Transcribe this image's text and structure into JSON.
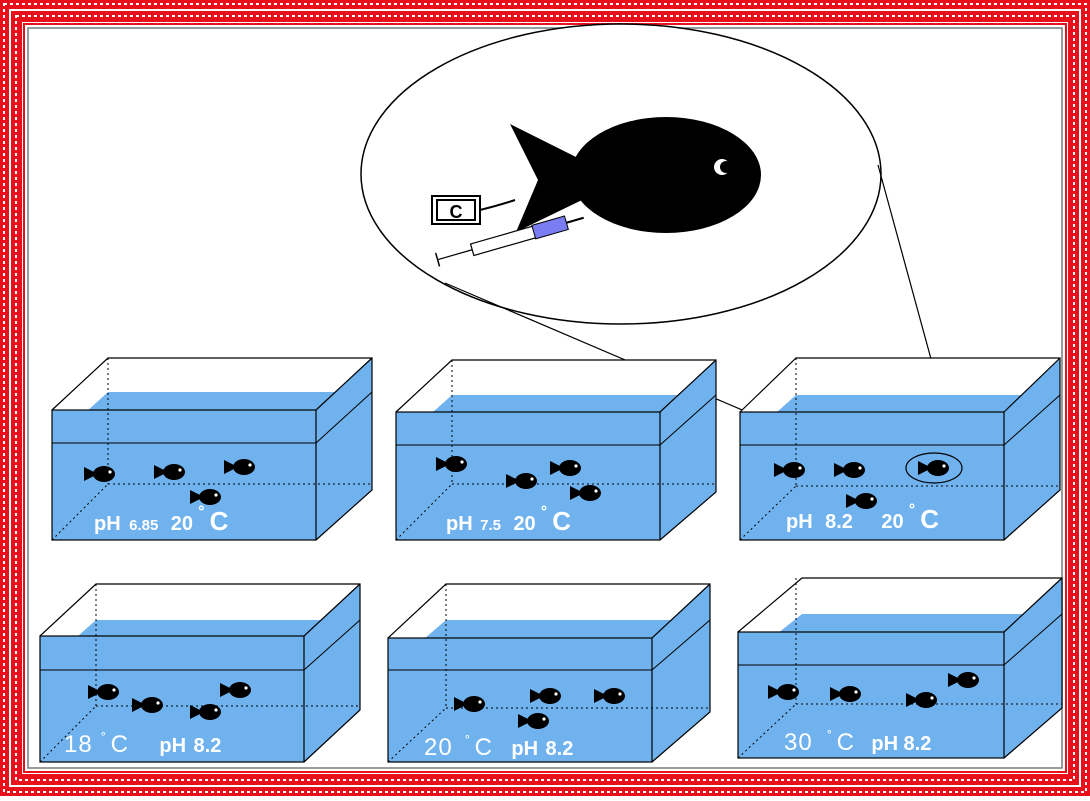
{
  "colors": {
    "frame_red": "#e8101a",
    "water": "#6fb2ee",
    "syringe_plunger": "#7a7cf2",
    "fish": "#000000",
    "label_text": "#ffffff"
  },
  "syringe_box": {
    "letter": "C"
  },
  "tanks": [
    {
      "id": "tank-ph-6-85",
      "ph_prefix": "pH",
      "ph_value": "6.85",
      "temp_value": "20",
      "temp_degree": "˚",
      "temp_unit": "C"
    },
    {
      "id": "tank-ph-7-5",
      "ph_prefix": "pH",
      "ph_value": "7.5",
      "temp_value": "20",
      "temp_degree": "˚",
      "temp_unit": "C"
    },
    {
      "id": "tank-ph-8-2",
      "ph_prefix": "pH",
      "ph_value": "8.2",
      "temp_value": "20",
      "temp_degree": "˚",
      "temp_unit": "C"
    },
    {
      "id": "tank-18c",
      "temp_value": "18",
      "temp_degree": "˚",
      "temp_unit": "C",
      "ph_prefix": "pH",
      "ph_value": "8.2"
    },
    {
      "id": "tank-20c",
      "temp_value": "20",
      "temp_degree": "˚",
      "temp_unit": "C",
      "ph_prefix": "pH",
      "ph_value": "8.2"
    },
    {
      "id": "tank-30c",
      "temp_value": "30",
      "temp_degree": "˚",
      "temp_unit": "C",
      "ph_prefix": "pH",
      "ph_value": "8.2"
    }
  ]
}
